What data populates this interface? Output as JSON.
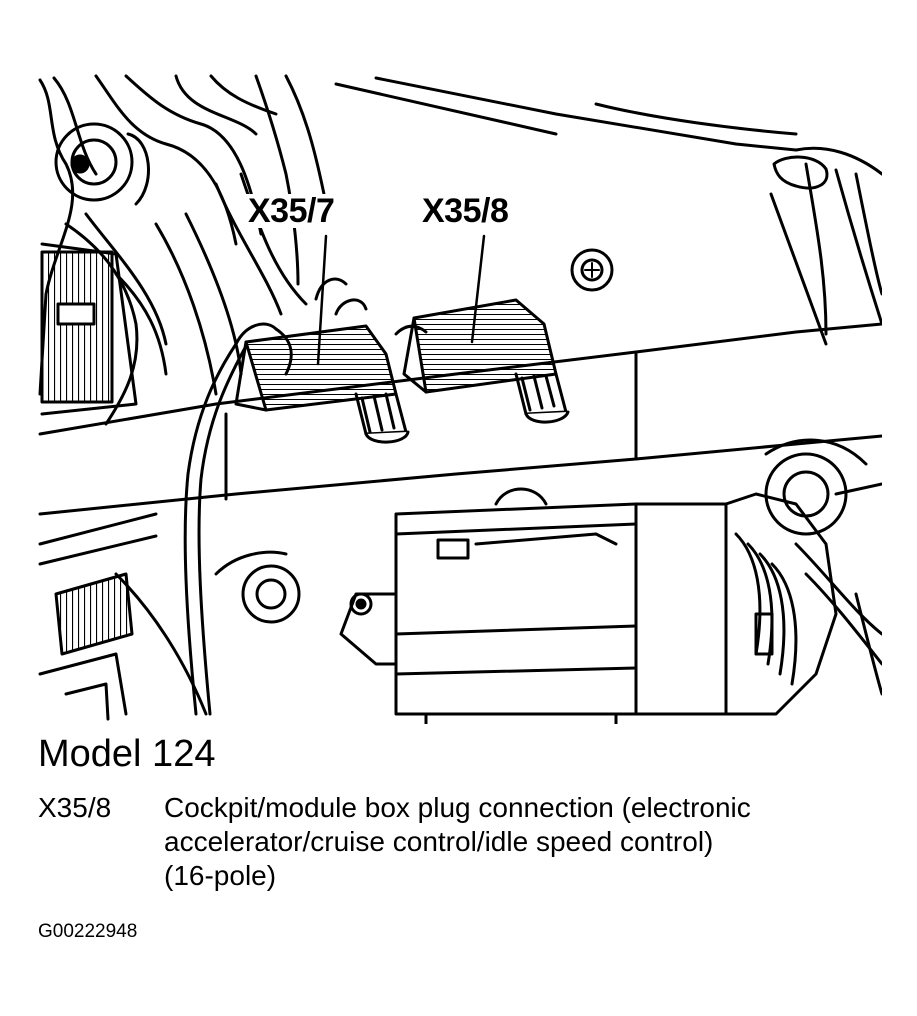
{
  "illustration": {
    "callouts": [
      {
        "id": "x35-7",
        "label": "X35/7"
      },
      {
        "id": "x35-8",
        "label": "X35/8"
      }
    ]
  },
  "caption": {
    "title": "Model 124",
    "legend": [
      {
        "code": "X35/8",
        "lines": [
          "Cockpit/module box plug connection (electronic",
          "accelerator/cruise control/idle speed control)",
          "(16-pole)"
        ]
      }
    ]
  },
  "figure_id": "G00222948"
}
